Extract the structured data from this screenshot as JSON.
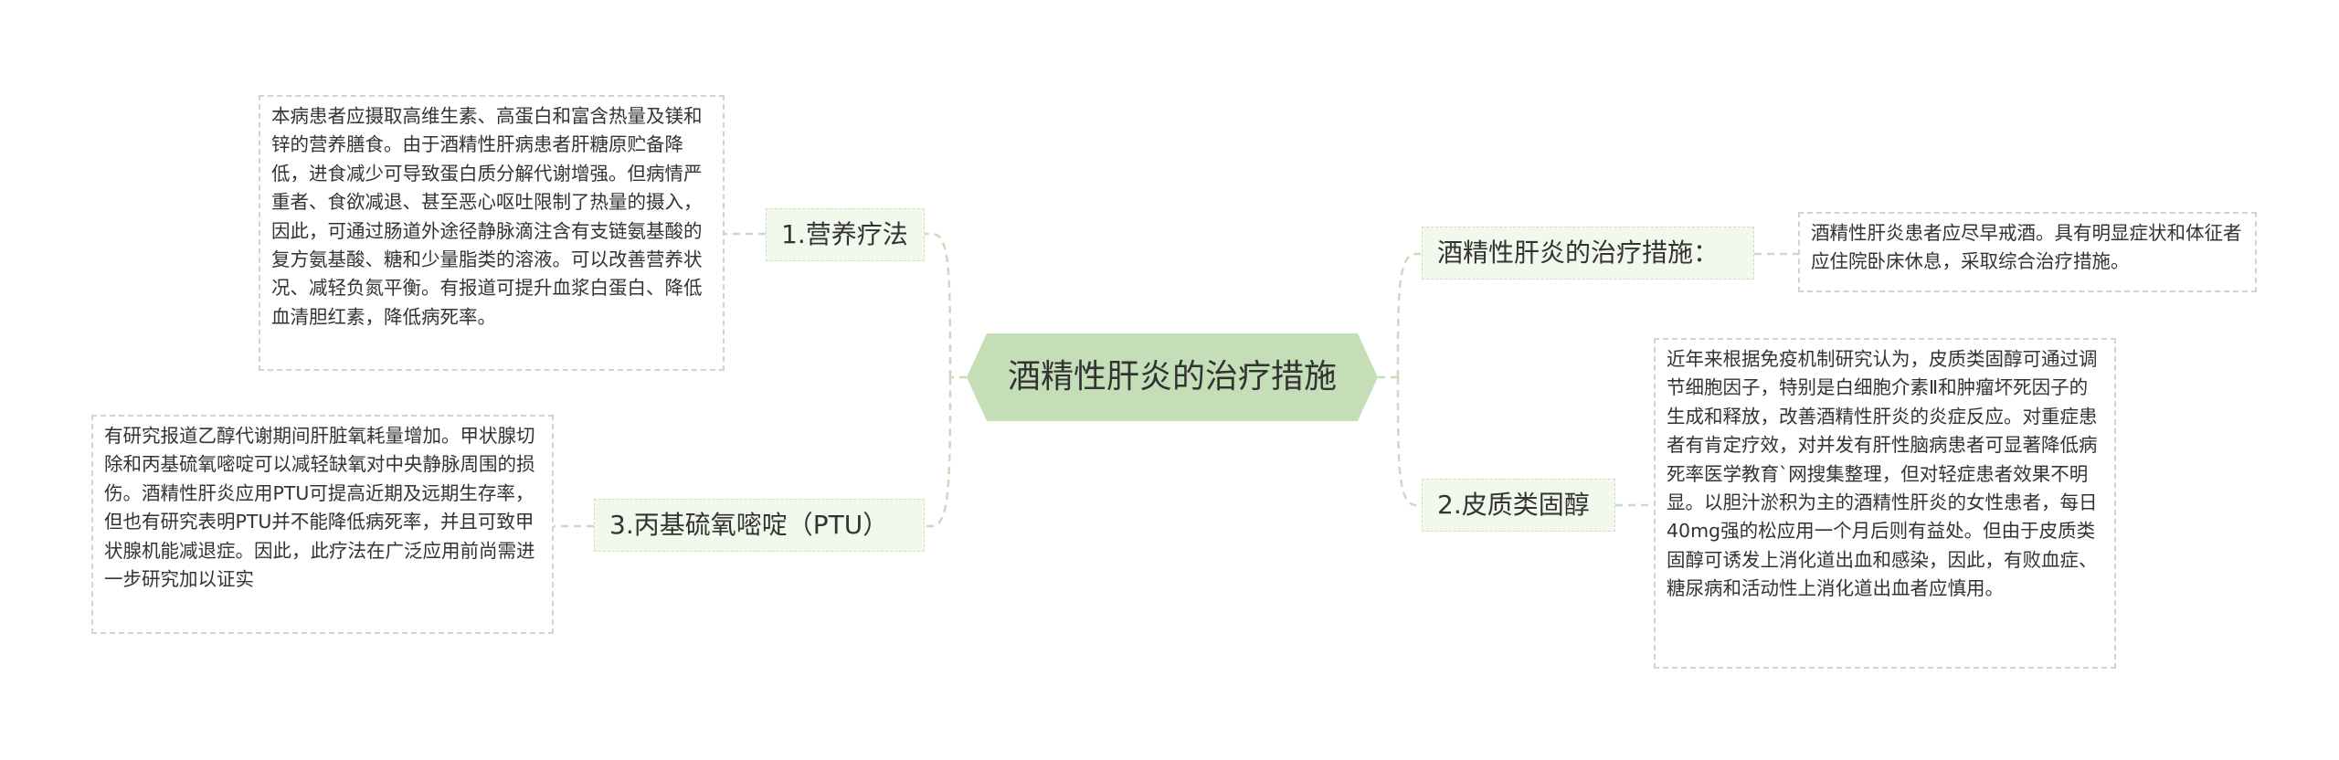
{
  "mindmap": {
    "central": {
      "label": "酒精性肝炎的治疗措施"
    },
    "branches": [
      {
        "label": "1.营养疗法",
        "detail": "本病患者应摄取高维生素、高蛋白和富含热量及镁和锌的营养膳食。由于酒精性肝病患者肝糖原贮备降低，进食减少可导致蛋白质分解代谢增强。但病情严重者、食欲减退、甚至恶心呕吐限制了热量的摄入，因此，可通过肠道外途径静脉滴注含有支链氨基酸的复方氨基酸、糖和少量脂类的溶液。可以改善营养状况、减轻负氮平衡。有报道可提升血浆白蛋白、降低血清胆红素，降低病死率。"
      },
      {
        "label": "3.丙基硫氧嘧啶（PTU）",
        "detail": "有研究报道乙醇代谢期间肝脏氧耗量增加。甲状腺切除和丙基硫氧嘧啶可以减轻缺氧对中央静脉周围的损伤。酒精性肝炎应用PTU可提高近期及远期生存率，但也有研究表明PTU并不能降低病死率，并且可致甲状腺机能减退症。因此，此疗法在广泛应用前尚需进一步研究加以证实"
      },
      {
        "label": "酒精性肝炎的治疗措施：",
        "detail": "酒精性肝炎患者应尽早戒酒。具有明显症状和体征者应住院卧床休息，采取综合治疗措施。"
      },
      {
        "label": "2.皮质类固醇",
        "detail": "近年来根据免疫机制研究认为，皮质类固醇可通过调节细胞因子，特别是白细胞介素Ⅱ和肿瘤坏死因子的生成和释放，改善酒精性肝炎的炎症反应。对重症患者有肯定疗效，对并发有肝性脑病患者可显著降低病死率医学教育`网搜集整理，但对轻症患者效果不明显。以胆汁淤积为主的酒精性肝炎的女性患者，每日40mg强的松应用一个月后则有益处。但由于皮质类固醇可诱发上消化道出血和感染，因此，有败血症、糖尿病和活动性上消化道出血者应慎用。"
      }
    ]
  },
  "colors": {
    "central_fill": "#c4dfb8",
    "branch_fill": "#f2f8ec",
    "branch_border": "#cfe2c0",
    "connector": "#c9dcc0",
    "leaf_border": "#d2d2d2",
    "text": "#333333"
  }
}
